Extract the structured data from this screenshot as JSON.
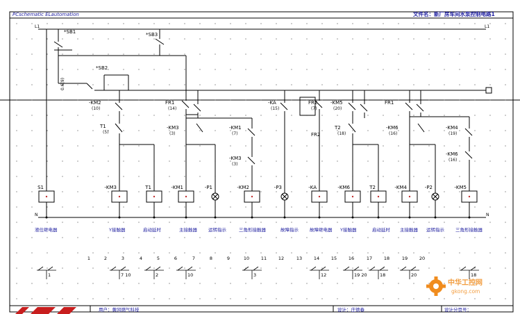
{
  "header": {
    "left": "PCschematic ELautomation",
    "right": "文件名：新厂房车间水泵控制电路1"
  },
  "rails": {
    "top_left": "L1",
    "top_right": "L1",
    "bottom_left": "N",
    "bottom_right": "N"
  },
  "coil_row": [
    {
      "label": "S1"
    },
    {
      "label": "-KM3"
    },
    {
      "label": "T1"
    },
    {
      "label": "-KM1"
    },
    {
      "label": "-P1"
    },
    {
      "label": "-KM2"
    },
    {
      "label": "-P3"
    },
    {
      "label": "-KA"
    },
    {
      "label": "-KM6"
    },
    {
      "label": "T2"
    },
    {
      "label": "-KM4"
    },
    {
      "label": "-P2"
    },
    {
      "label": "-KM5"
    }
  ],
  "contacts": [
    {
      "label": "*SB1"
    },
    {
      "label": "*SB3"
    },
    {
      "label": "*SB2"
    },
    {
      "label": "-KM2",
      "ref": "(10)"
    },
    {
      "label": "T1",
      "ref": "(5)"
    },
    {
      "label": "FR1",
      "ref": "(14)"
    },
    {
      "label": "-KM3",
      "ref": "(3)"
    },
    {
      "label": "-KM1",
      "ref": "(7)"
    },
    {
      "label": "-KM3",
      "ref": "(3)"
    },
    {
      "label": "-KA",
      "ref": "(15)"
    },
    {
      "label": "FR2",
      "ref": "(7)"
    },
    {
      "label": "-KM5",
      "ref": "(20)"
    },
    {
      "label": "FR2"
    },
    {
      "label": "T2",
      "ref": "(18)"
    },
    {
      "label": "-KM6",
      "ref": "(16)"
    },
    {
      "label": "-KM4",
      "ref": "(19)"
    },
    {
      "label": "-KM6",
      "ref": "(16)"
    },
    {
      "label": "FR1"
    }
  ],
  "side_note": "0.6(9)",
  "descriptions": [
    "液位继电器",
    "Y接触器",
    "启动延时",
    "主接触器",
    "运转指示",
    "三角形接触器",
    "故障指示",
    "故障继电器",
    "Y接触器",
    "启动延时",
    "主接触器",
    "运转指示",
    "三角形接触器"
  ],
  "column_numbers": [
    "1",
    "2",
    "3",
    "4",
    "5",
    "6",
    "7",
    "8",
    "9",
    "10",
    "11",
    "12",
    "13",
    "14",
    "15",
    "16",
    "17",
    "18",
    "19",
    "20"
  ],
  "cross_refs": [
    "1",
    "7 10",
    "2",
    "10",
    "3",
    "12",
    "19 20",
    "18",
    "20",
    "18"
  ],
  "footer": {
    "customer": "用户：黄冈燃气科技",
    "designer": "设计：庄德春",
    "checker": "设计分页号："
  },
  "watermark": {
    "name": "中华工控网",
    "url": "gkong.com"
  },
  "colors": {
    "dot": "#c03030",
    "tag": "#2020a0",
    "logo": "#c81e1e",
    "watermark": "#f08c1e"
  }
}
